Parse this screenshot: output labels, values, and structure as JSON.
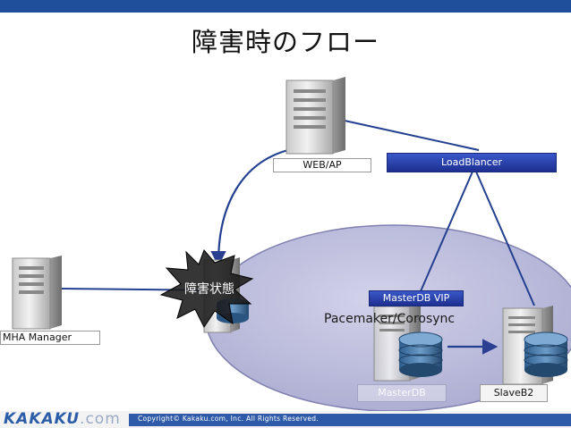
{
  "slide": {
    "title": "障害時のフロー"
  },
  "nodes": {
    "web_ap": "WEB/AP",
    "load_balancer": "LoadBlancer",
    "mha_manager": "MHA Manager",
    "master_vip": "MasterDB VIP",
    "cluster": "Pacemaker/Corosync",
    "master_db": "MasterDB",
    "slave": "SlaveB2",
    "fault_state": "障害状態"
  },
  "footer": {
    "logo_brand": "KAKAKU",
    "logo_domain": ".com",
    "copyright": "Copyright© Kakaku.com, Inc. All Rights Reserved."
  },
  "colors": {
    "header_bar": "#1f4e9a",
    "label_blue": "#2a43b0",
    "connector": "#233f8f",
    "cluster_fill": "#b9b9dc"
  }
}
